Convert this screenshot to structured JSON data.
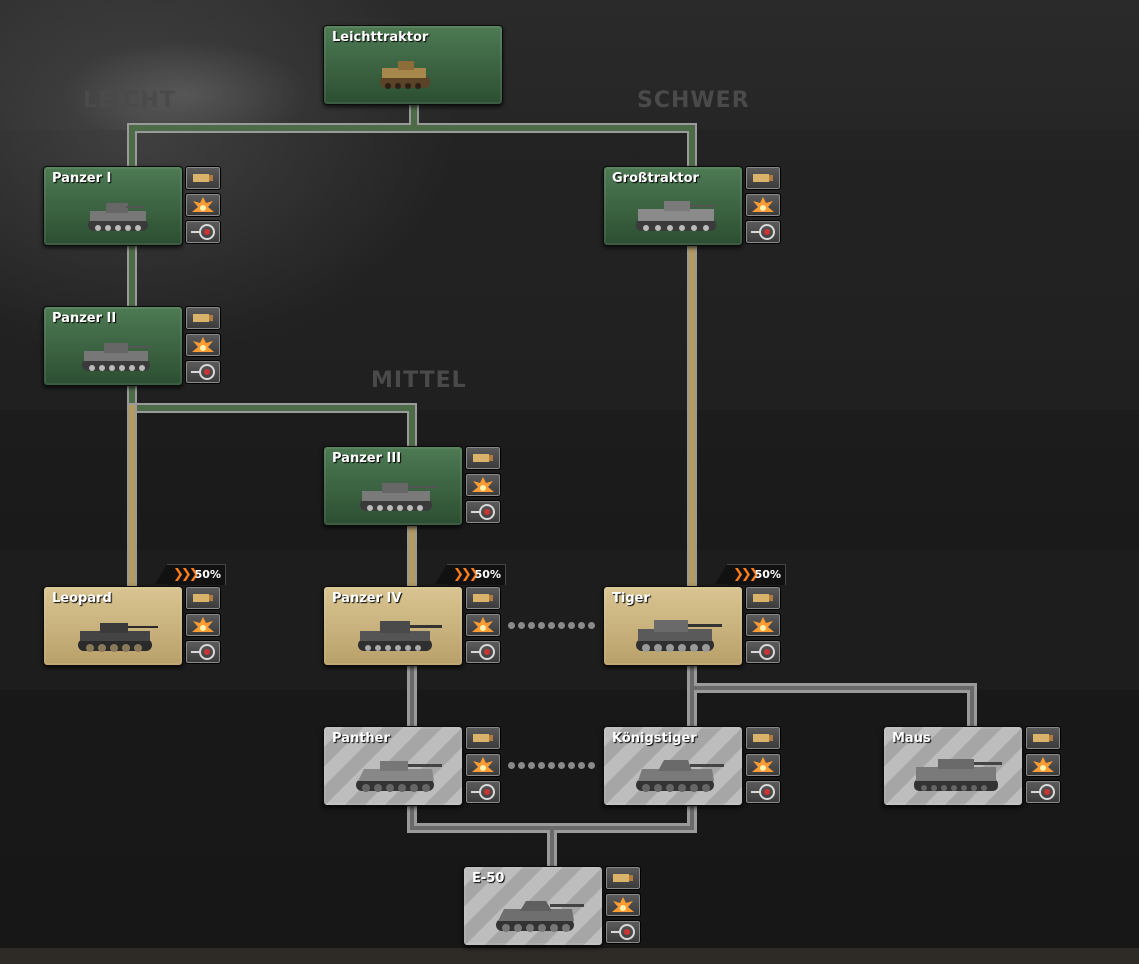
{
  "categories": {
    "light": "LEICHT",
    "heavy": "SCHWER",
    "medium": "MITTEL"
  },
  "nodes": {
    "leichttraktor": {
      "name": "Leichttraktor"
    },
    "panzer1": {
      "name": "Panzer I"
    },
    "grosstraktor": {
      "name": "Großtraktor"
    },
    "panzer2": {
      "name": "Panzer II"
    },
    "panzer3": {
      "name": "Panzer III"
    },
    "leopard": {
      "name": "Leopard",
      "discount": "50%",
      "discount_value": 50
    },
    "panzer4": {
      "name": "Panzer IV",
      "discount": "50%",
      "discount_value": 50
    },
    "tiger": {
      "name": "Tiger",
      "discount": "50%",
      "discount_value": 50
    },
    "panther": {
      "name": "Panther"
    },
    "koenigstiger": {
      "name": "Königstiger"
    },
    "maus": {
      "name": "Maus"
    },
    "e50": {
      "name": "E-50"
    }
  },
  "node_states": {
    "researched_color": "#3f6b45",
    "available_color": "#cdb681",
    "locked_color": "#b2b2b2"
  },
  "line_colors": {
    "researched": "#5b7a55",
    "available": "#b39a5e",
    "locked": "#9a9a9a"
  },
  "icons": [
    "ammo-icon",
    "explosion-icon",
    "target-icon",
    "tank-icon",
    "discount-chevron-icon"
  ]
}
